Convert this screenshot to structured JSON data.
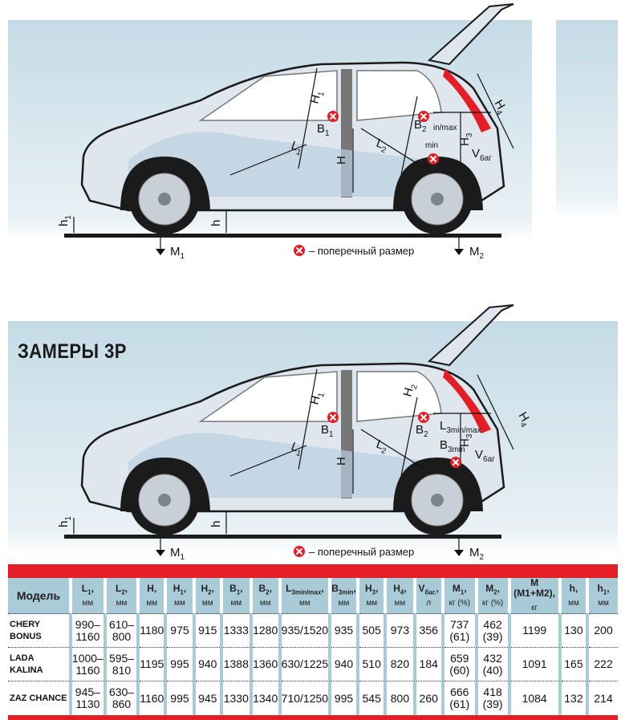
{
  "section_title": "ЗАМЕРЫ 3Р",
  "legend_text": "– поперечный размер",
  "labels": {
    "H1": {
      "base": "H",
      "sub": "1"
    },
    "H2": {
      "base": "H",
      "sub": "2"
    },
    "B1": {
      "base": "B",
      "sub": "1"
    },
    "B2": {
      "base": "B",
      "sub": "2"
    },
    "L1": {
      "base": "L",
      "sub": "1"
    },
    "L2": {
      "base": "L",
      "sub": "2"
    },
    "H": {
      "base": "H",
      "sub": ""
    },
    "L3": {
      "base": "L",
      "sub": "3min/max"
    },
    "L3_partial": {
      "base": "",
      "sub": "in/max"
    },
    "B3": {
      "base": "B",
      "sub": "3min"
    },
    "B3_partial": {
      "base": "",
      "sub": "min"
    },
    "H3": {
      "base": "H",
      "sub": "3"
    },
    "H4": {
      "base": "H",
      "sub": "4"
    },
    "V": {
      "base": "V",
      "sub": "6аг"
    },
    "h": {
      "base": "h",
      "sub": ""
    },
    "h1": {
      "base": "h",
      "sub": "1"
    },
    "M1": {
      "base": "M",
      "sub": "1"
    },
    "M2": {
      "base": "M",
      "sub": "2"
    }
  },
  "colors": {
    "accent_red": "#e51d25",
    "header_blue": "#a9cad7",
    "bg_blue": "#c4dbe6"
  },
  "table": {
    "columns": [
      {
        "base": "Модель",
        "sub": "",
        "unit": ""
      },
      {
        "base": "L",
        "sub": "1",
        "unit": "мм"
      },
      {
        "base": "L",
        "sub": "2",
        "unit": "мм"
      },
      {
        "base": "H",
        "sub": "",
        "unit": "мм"
      },
      {
        "base": "H",
        "sub": "1",
        "unit": "мм"
      },
      {
        "base": "H",
        "sub": "2",
        "unit": "мм"
      },
      {
        "base": "B",
        "sub": "1",
        "unit": "мм"
      },
      {
        "base": "B",
        "sub": "2",
        "unit": "мм"
      },
      {
        "base": "L",
        "sub": "3min/max",
        "unit": "мм"
      },
      {
        "base": "B",
        "sub": "3min",
        "unit": "мм"
      },
      {
        "base": "H",
        "sub": "3",
        "unit": "мм"
      },
      {
        "base": "H",
        "sub": "4",
        "unit": "мм"
      },
      {
        "base": "V",
        "sub": "бaг.",
        "unit": "л"
      },
      {
        "base": "M",
        "sub": "1",
        "unit": "кг (%)"
      },
      {
        "base": "M",
        "sub": "2",
        "unit": "кг (%)"
      },
      {
        "base": "M (M1+M2)",
        "sub": "",
        "unit": "кг"
      },
      {
        "base": "h",
        "sub": "",
        "unit": "мм"
      },
      {
        "base": "h",
        "sub": "1",
        "unit": "мм"
      }
    ],
    "rows": [
      [
        "CHERY BONUS",
        "990–\n1160",
        "610–\n800",
        "1180",
        "975",
        "915",
        "1333",
        "1280",
        "935/1520",
        "935",
        "505",
        "973",
        "356",
        "737\n(61)",
        "462\n(39)",
        "1199",
        "130",
        "200"
      ],
      [
        "LADA KALINA",
        "1000–\n1160",
        "595–\n810",
        "1195",
        "995",
        "940",
        "1388",
        "1360",
        "630/1225",
        "940",
        "510",
        "820",
        "184",
        "659\n(60)",
        "432\n(40)",
        "1091",
        "165",
        "222"
      ],
      [
        "ZAZ CHANCE",
        "945–\n1130",
        "630–\n860",
        "1160",
        "995",
        "945",
        "1330",
        "1340",
        "710/1250",
        "995",
        "545",
        "800",
        "260",
        "666\n(61)",
        "418\n(39)",
        "1084",
        "132",
        "214"
      ]
    ]
  }
}
